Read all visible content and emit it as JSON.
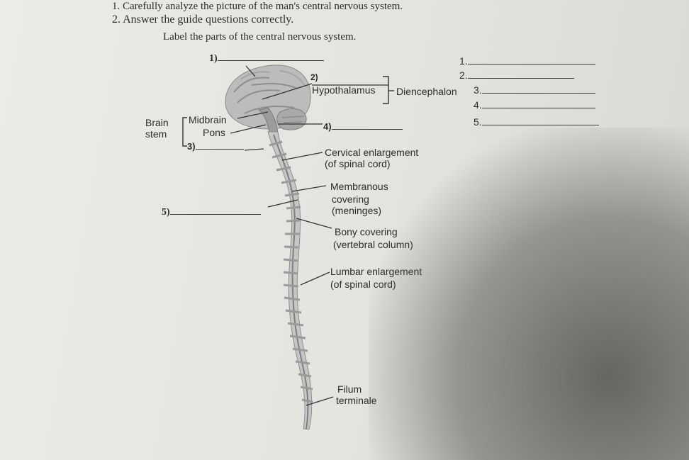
{
  "instructions": {
    "step1": "1. Carefully analyze the picture of the man's central nervous system.",
    "step2": "2. Answer the guide questions correctly."
  },
  "worksheet": {
    "title": "Label the parts of the central nervous system."
  },
  "diagram": {
    "label_1": "1)",
    "label_2_num": "2)",
    "label_2_text": "Hypothalamus",
    "diencephalon": "Diencephalon",
    "brain_stem_line1": "Brain",
    "brain_stem_line2": "stem",
    "midbrain": "Midbrain",
    "pons": "Pons",
    "label_3": "3)",
    "label_4": "4)",
    "cervical_line1": "Cervical enlargement",
    "cervical_line2": "(of spinal cord)",
    "membranous_line1": "Membranous",
    "membranous_line2": "covering",
    "membranous_line3": "(meninges)",
    "label_5": "5)",
    "bony_line1": "Bony covering",
    "bony_line2": "(vertebral column)",
    "lumbar_line1": "Lumbar enlargement",
    "lumbar_line2": "(of spinal cord)",
    "filum_line1": "Filum",
    "filum_line2": "terminale"
  },
  "answers": [
    {
      "num": "1."
    },
    {
      "num": "2."
    },
    {
      "num": "3."
    },
    {
      "num": "4."
    },
    {
      "num": "5."
    }
  ],
  "colors": {
    "paper": "#e9e8e3",
    "ink": "#2c2c2c",
    "shadow": "#5a5856"
  }
}
